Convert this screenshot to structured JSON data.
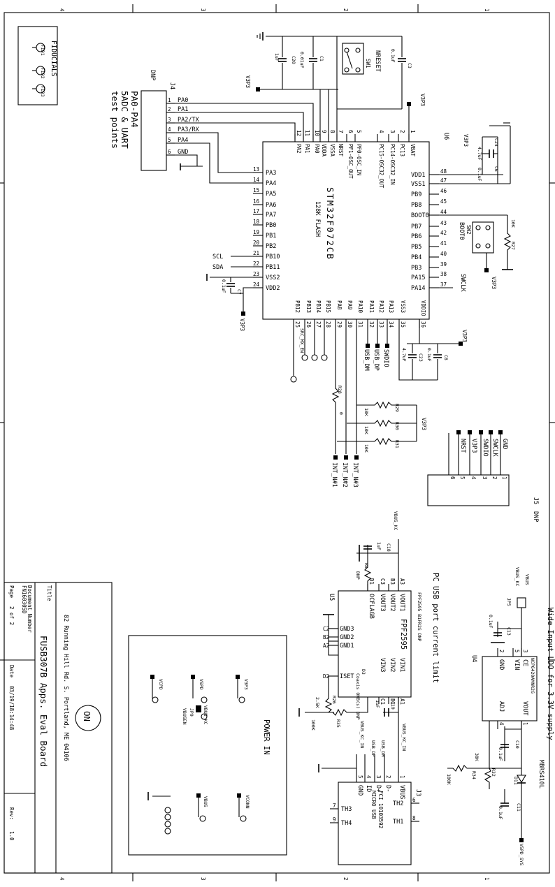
{
  "border": {
    "numbers": [
      "4",
      "3",
      "2",
      "1"
    ]
  },
  "fiducials": {
    "title": "FIDUCIALS",
    "refs": [
      "FID1",
      "FID2",
      "FID3"
    ]
  },
  "j4": {
    "ref": "J4",
    "dnp": "DNP",
    "desc": [
      "PA0-PA4",
      "5ADC & UART",
      "test points"
    ],
    "pin_numbers": [
      "1",
      "2",
      "3",
      "4",
      "5",
      "6"
    ],
    "nets": [
      "PA0",
      "PA1",
      "PA2/TX",
      "PA3/RX",
      "PA4",
      "GND"
    ]
  },
  "mcu": {
    "ref": "U6",
    "part": "STM32F072CB",
    "flash": "128K FLASH",
    "top_pins": [
      {
        "num": "12",
        "name": "PA2"
      },
      {
        "num": "11",
        "name": "PA1"
      },
      {
        "num": "10",
        "name": "PA0"
      },
      {
        "num": "9",
        "name": "VDDA"
      },
      {
        "num": "8",
        "name": "VSSA"
      },
      {
        "num": "7",
        "name": "NRST"
      },
      {
        "num": "6",
        "name": "PF1-OSC_OUT"
      },
      {
        "num": "5",
        "name": "PF0-OSC_IN"
      },
      {
        "num": "4",
        "name": "PC15-OSC32_OUT"
      },
      {
        "num": "3",
        "name": "PC14-OSC32_IN"
      },
      {
        "num": "2",
        "name": "PC13"
      },
      {
        "num": "1",
        "name": "VBAT"
      }
    ],
    "left_pins": [
      {
        "num": "13",
        "name": "PA3"
      },
      {
        "num": "14",
        "name": "PA4"
      },
      {
        "num": "15",
        "name": "PA5"
      },
      {
        "num": "16",
        "name": "PA6"
      },
      {
        "num": "17",
        "name": "PA7"
      },
      {
        "num": "18",
        "name": "PB0"
      },
      {
        "num": "19",
        "name": "PB1"
      },
      {
        "num": "20",
        "name": "PB2"
      },
      {
        "num": "21",
        "name": "PB10"
      },
      {
        "num": "22",
        "name": "PB11"
      },
      {
        "num": "23",
        "name": "VSS2"
      },
      {
        "num": "24",
        "name": "VDD2"
      }
    ],
    "right_pins": [
      {
        "num": "48",
        "name": "VDD1"
      },
      {
        "num": "47",
        "name": "VSS1"
      },
      {
        "num": "46",
        "name": "PB9"
      },
      {
        "num": "45",
        "name": "PB8"
      },
      {
        "num": "44",
        "name": "BOOT0"
      },
      {
        "num": "43",
        "name": "PB7"
      },
      {
        "num": "42",
        "name": "PB6"
      },
      {
        "num": "41",
        "name": "PB5"
      },
      {
        "num": "40",
        "name": "PB4"
      },
      {
        "num": "39",
        "name": "PB3"
      },
      {
        "num": "38",
        "name": "PA15"
      },
      {
        "num": "37",
        "name": "PA14"
      }
    ],
    "bottom_pins": [
      {
        "num": "25",
        "name": "PB12"
      },
      {
        "num": "26",
        "name": "PB13"
      },
      {
        "num": "27",
        "name": "PB14"
      },
      {
        "num": "28",
        "name": "PB15"
      },
      {
        "num": "29",
        "name": "PA8"
      },
      {
        "num": "30",
        "name": "PA9"
      },
      {
        "num": "31",
        "name": "PA10"
      },
      {
        "num": "32",
        "name": "PA11"
      },
      {
        "num": "33",
        "name": "PA12"
      },
      {
        "num": "34",
        "name": "PA13"
      },
      {
        "num": "35",
        "name": "VSS3"
      },
      {
        "num": "36",
        "name": "VDDIO"
      }
    ]
  },
  "nets": {
    "v3p3": "V3P3",
    "scl": "SCL",
    "sda": "SDA",
    "swclk": "SWCLK",
    "swdio": "SWDIO",
    "usb_dm": "USB_DM",
    "usb_dp": "USB_DP",
    "int1": "INT_N#1",
    "int2": "INT_N#2",
    "int3": "INT_N#3",
    "srcmx": "SRC_MX_EN",
    "nreset": "NRESET",
    "boot0": "BOOT0",
    "vbus_kc": "VBUS_KC",
    "vbus_kc_in": "VBUS_KC_IN",
    "vbus": "VBUS",
    "vconn": "VCONN",
    "vcpd": "VCPD",
    "vspd": "VSPD",
    "vsys": "V5PD_SYS",
    "sw1": "SW1",
    "sw2": "SW2"
  },
  "caps": {
    "c20": {
      "ref": "C20",
      "val": "1uF"
    },
    "c1": {
      "ref": "C1",
      "val": "0.01uF"
    },
    "c3": {
      "ref": "C3",
      "val": "0.1uF"
    },
    "c7": {
      "ref": "C7",
      "val": "0.1uF"
    },
    "c24": {
      "ref": "C24",
      "val": "4.7uF"
    },
    "c6": {
      "ref": "C6",
      "val": "0.1uF"
    },
    "c23": {
      "ref": "C23",
      "val": "4.7uF"
    },
    "c8": {
      "ref": "C8",
      "val": "0.1uF"
    },
    "c18": {
      "ref": "C18",
      "val": "1uF"
    },
    "c19": {
      "ref": "C19",
      "val": "1uF"
    },
    "c13": {
      "ref": "C13",
      "val": "0.1uF"
    },
    "c10": {
      "ref": "C10",
      "val": "0.1uF"
    },
    "c11": {
      "ref": "C11",
      "val": "0.1uF"
    }
  },
  "res": {
    "r27": {
      "ref": "R27",
      "val": "10K"
    },
    "r28": {
      "ref": "R28",
      "val": "0"
    },
    "r29": {
      "ref": "R29",
      "val": "10K"
    },
    "r30": {
      "ref": "R30",
      "val": "10K"
    },
    "r31": {
      "ref": "R31",
      "val": "10K"
    },
    "r8": {
      "ref": "R8",
      "val": "DNP"
    },
    "r26": {
      "ref": "R26",
      "val": "2.5K"
    },
    "r35": {
      "ref": "R35",
      "val": "100K"
    },
    "r34": {
      "ref": "R34",
      "val": "100K"
    },
    "r32": {
      "ref": "R32",
      "val": "30K"
    }
  },
  "j5": {
    "ref": "J5",
    "dnp": "DNP",
    "pins": [
      "1",
      "2",
      "3",
      "4",
      "5",
      "6"
    ],
    "nets": [
      "GND",
      "SWCLK",
      "SWDIO",
      "V3P3",
      "NRST",
      ""
    ]
  },
  "u5": {
    "ref": "U5",
    "part": "FPF2595",
    "title": "PC USB port current limit",
    "note": "FPF2595 B1FR2S DNP",
    "left": [
      {
        "ball": "C2",
        "name": "GND3"
      },
      {
        "ball": "B2",
        "name": "GND2"
      },
      {
        "ball": "A2",
        "name": "GND1"
      },
      {
        "ball": "D2",
        "name": "ISET"
      }
    ],
    "top": [
      {
        "ball": "A3",
        "name": "VOUT1"
      },
      {
        "ball": "B3",
        "name": "VOUT2"
      },
      {
        "ball": "C3",
        "name": "VOUT3"
      },
      {
        "ball": "D1",
        "name": "OCFLAGB"
      }
    ],
    "right": [
      {
        "ball": "A1",
        "name": "VIN1"
      },
      {
        "ball": "B1",
        "name": "VIN2"
      },
      {
        "ball": "C1",
        "name": "VIN3"
      }
    ],
    "d3": "D3",
    "d3_note": "Coaxis ONB(s) DNP"
  },
  "u4": {
    "ref": "U4",
    "part": "NCP6420AMNR2G",
    "title": [
      "Wide Input LDO for 3.3V supply"
    ],
    "pins": [
      {
        "num": "3",
        "name": "CE"
      },
      {
        "num": "5",
        "name": "VIN"
      },
      {
        "num": "2",
        "name": "GND"
      },
      {
        "num": "4",
        "name": "ADJ"
      },
      {
        "num": "1",
        "name": "VOUT"
      }
    ],
    "d11": "D11",
    "diode": "MBRS410L",
    "jp": "JP5"
  },
  "j3": {
    "ref": "J3",
    "part": "FCI 10103592",
    "sub": "MICRO USB",
    "pins": [
      {
        "num": "5",
        "name": "GND"
      },
      {
        "num": "4",
        "name": "ID"
      },
      {
        "num": "3",
        "name": "D+"
      },
      {
        "num": "2",
        "name": "D-"
      },
      {
        "num": "1",
        "name": "VBUS"
      },
      {
        "num": "6",
        "name": "TH2"
      },
      {
        "num": "7",
        "name": "TH3"
      },
      {
        "num": "8",
        "name": "TH1"
      },
      {
        "num": "9",
        "name": "TH4"
      }
    ]
  },
  "power_in": {
    "title": "POWER IN",
    "jp": "JP9",
    "jp_label": "VBUSEN"
  },
  "title_block": {
    "company": "ON",
    "address": "82 Running Hill Rd. S. Portland, ME 04106",
    "title_label": "Title",
    "title": "FUSB307B Apps. Eval Board",
    "doc_label": "Document Number",
    "doc": "FN160305D",
    "page_label": "Page",
    "page": "2 of 2",
    "date_label": "Date",
    "date": "03/19/18:14:48",
    "rev_label": "Rev:",
    "rev": "1.0"
  }
}
